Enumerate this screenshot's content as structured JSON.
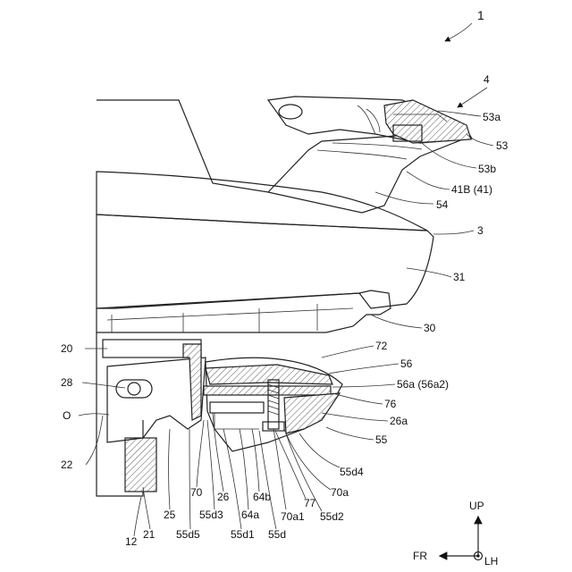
{
  "figure_number": "1",
  "labels": {
    "l4": "4",
    "l53a": "53a",
    "l53": "53",
    "l53b": "53b",
    "l41b": "41B (41)",
    "l54": "54",
    "l3": "3",
    "l31": "31",
    "l30": "30",
    "l72": "72",
    "l56": "56",
    "l56a": "56a (56a2)",
    "l76": "76",
    "l26a": "26a",
    "l55": "55",
    "l55d4": "55d4",
    "l70a": "70a",
    "l55d2": "55d2",
    "l77": "77",
    "l70a1": "70a1",
    "l55d": "55d",
    "l64b": "64b",
    "l64a": "64a",
    "l55d1": "55d1",
    "l26": "26",
    "l55d3": "55d3",
    "l70": "70",
    "l55d5": "55d5",
    "l25": "25",
    "l21": "21",
    "l12": "12",
    "l22": "22",
    "lO": "O",
    "l28": "28",
    "l20": "20"
  },
  "direction": {
    "up": "UP",
    "fr": "FR",
    "lh": "LH"
  }
}
